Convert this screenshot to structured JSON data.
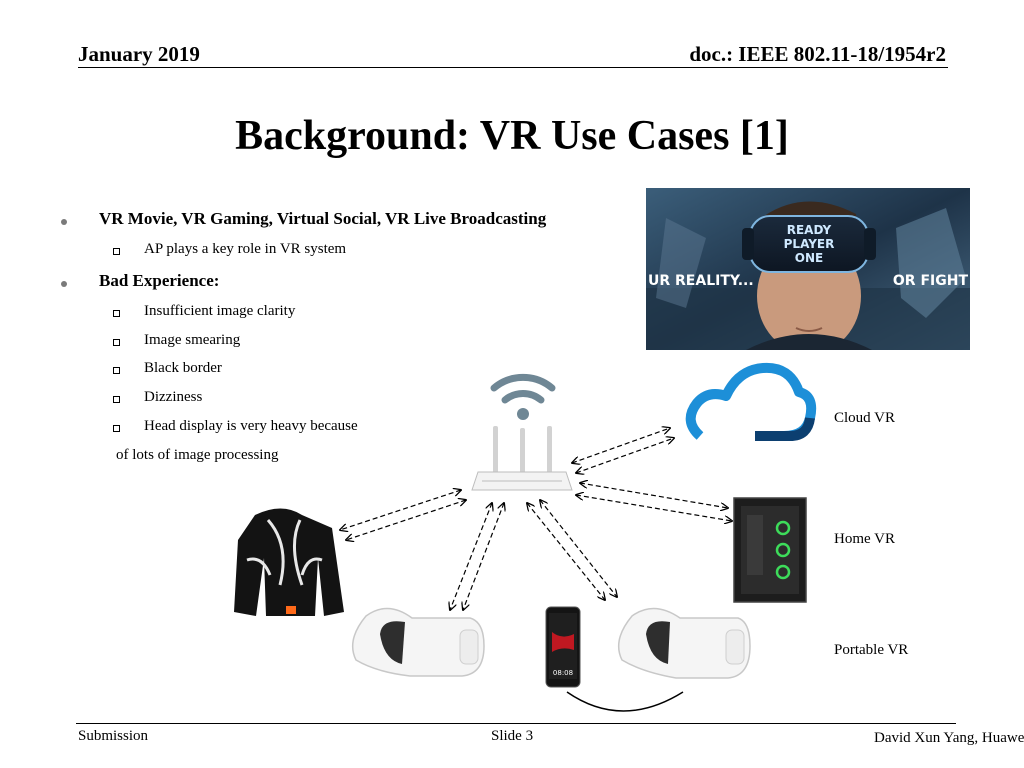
{
  "header": {
    "date": "January 2019",
    "doc": "doc.: IEEE 802.11-18/1954r2"
  },
  "title": "Background: VR Use Cases [1]",
  "bullets": [
    {
      "text": "VR Movie, VR Gaming, Virtual Social, VR Live Broadcasting",
      "sub": [
        "AP plays a key role in VR system"
      ]
    },
    {
      "text": "Bad Experience:",
      "sub": [
        "Insufficient image clarity",
        "Image smearing",
        "Black border",
        "Dizziness",
        "Head display is very heavy because"
      ]
    }
  ],
  "continuation": "of lots of image processing",
  "poster": {
    "logo_lines": [
      "READY",
      "PLAYER",
      "ONE"
    ],
    "left_text": "UR REALITY...",
    "right_text": "OR FIGHT"
  },
  "phone_label": "08:08",
  "diagram_labels": {
    "cloud": "Cloud VR",
    "home": "Home VR",
    "portable": "Portable VR"
  },
  "colors": {
    "cloud_light": "#1d8fd8",
    "cloud_dark": "#0c3f70",
    "wifi": "#6f8795",
    "rig_green": "#3ddc5a"
  },
  "footer": {
    "left": "Submission",
    "center": "Slide 3",
    "right": "David Xun Yang, Huawei"
  }
}
